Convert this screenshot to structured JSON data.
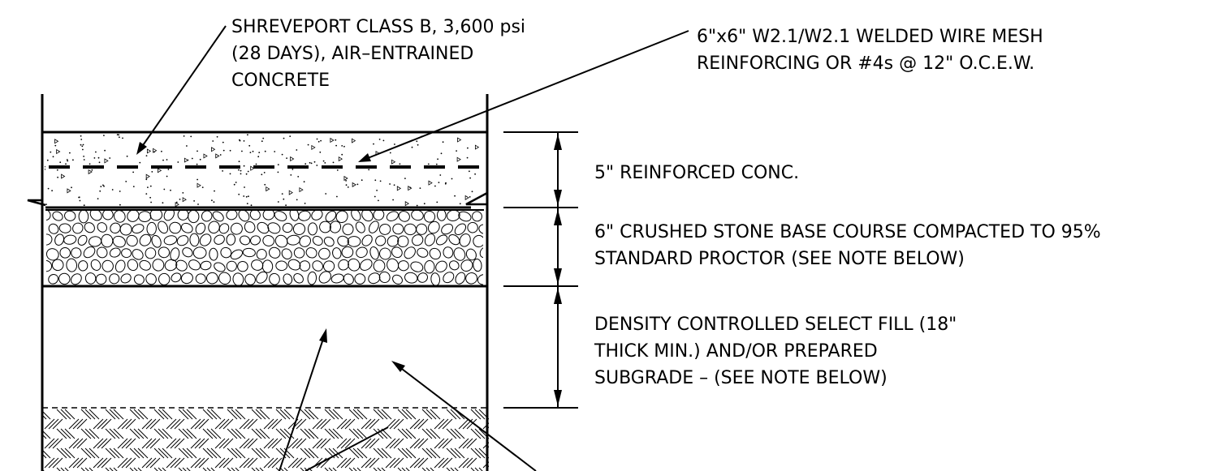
{
  "labels": {
    "concrete_spec": {
      "line1": "SHREVEPORT CLASS B, 3,600 psi",
      "line2": "(28 DAYS), AIR–ENTRAINED",
      "line3": "CONCRETE"
    },
    "reinforcing_spec": {
      "line1": "6\"x6\" W2.1/W2.1 WELDED WIRE MESH",
      "line2": "REINFORCING OR #4s @ 12\" O.C.E.W."
    },
    "layer_concrete": "5\" REINFORCED CONC.",
    "layer_base": {
      "line1": "6\" CRUSHED STONE BASE COURSE COMPACTED TO 95%",
      "line2": "STANDARD PROCTOR (SEE NOTE BELOW)"
    },
    "layer_fill": {
      "line1": "DENSITY CONTROLLED SELECT FILL (18\"",
      "line2": "THICK MIN.) AND/OR PREPARED",
      "line3": "SUBGRADE – (SEE NOTE BELOW)"
    }
  }
}
